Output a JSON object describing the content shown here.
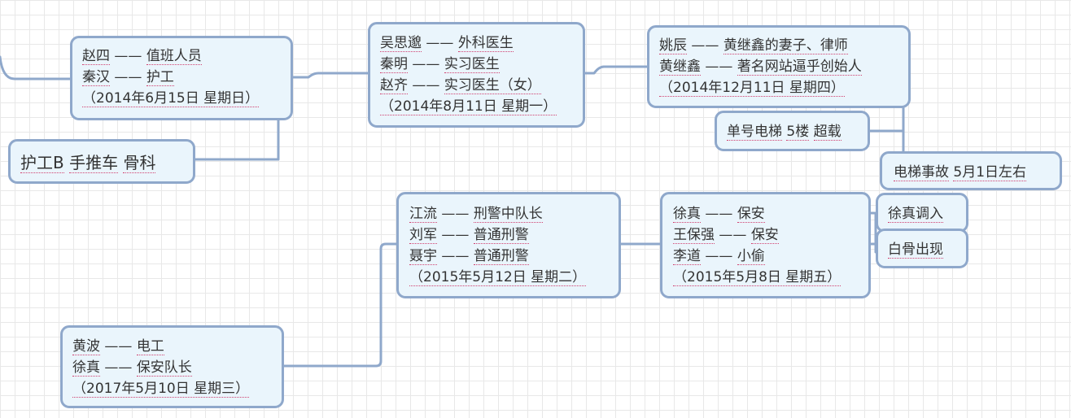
{
  "nodes": {
    "n1": {
      "l1_name": "赵四",
      "l1_role": "值班人员",
      "l2_name": "秦汉",
      "l2_role": "护工",
      "date": "（2014年6月15日 星期日）"
    },
    "n2": {
      "l1_a": "护工B",
      "l1_b": "手推车",
      "l1_c": "骨科"
    },
    "n3": {
      "l1_name": "吴思邈",
      "l1_role": "外科医生",
      "l2_name": "秦明",
      "l2_role": "实习医生",
      "l3_name": "赵齐",
      "l3_role": "实习医生（女）",
      "date": "（2014年8月11日 星期一）"
    },
    "n4": {
      "l1_name": "姚辰",
      "l1_role": "黄继鑫的妻子、律师",
      "l2_name": "黄继鑫",
      "l2_role": "著名网站逼乎创始人",
      "date": "（2014年12月11日 星期四）"
    },
    "n5": {
      "a": "单号电梯",
      "b": "5楼",
      "c": "超载"
    },
    "n6": {
      "a": "电梯事故",
      "b": "5月1日左右"
    },
    "n7": {
      "l1_name": "江流",
      "l1_role": "刑警中队长",
      "l2_name": "刘军",
      "l2_role": "普通刑警",
      "l3_name": "聂宇",
      "l3_role": "普通刑警",
      "date": "（2015年5月12日 星期二）"
    },
    "n8": {
      "l1_name": "徐真",
      "l1_role": "保安",
      "l2_name": "王保强",
      "l2_role": "保安",
      "l3_name": "李道",
      "l3_role": "小偷",
      "date": "（2015年5月8日 星期五）"
    },
    "n9": {
      "a": "徐真调入"
    },
    "n10": {
      "a": "白骨出现"
    },
    "n11": {
      "l1_name": "黄波",
      "l1_role": "电工",
      "l2_name": "徐真",
      "l2_role": "保安队长",
      "date": "（2017年5月10日 星期三）"
    }
  },
  "dash": "——",
  "colors": {
    "node_fill": "#eaf5fc",
    "node_border": "#8fa8cb",
    "underline": "#d04070",
    "grid": "#e8e8e8"
  }
}
